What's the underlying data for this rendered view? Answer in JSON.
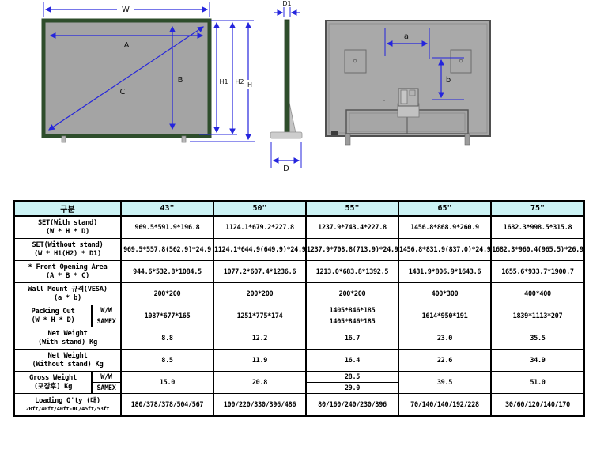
{
  "colors": {
    "dimension_blue": "#2424dd",
    "frame_green": "#2e4d2b",
    "panel_gray": "#a4a4a4",
    "table_header_bg": "#ccf3f5"
  },
  "diagram": {
    "front_view": {
      "labels": {
        "width": "W",
        "opening_width": "A",
        "opening_height": "B",
        "diagonal": "C",
        "height_h1": "H1",
        "height_h2": "H2",
        "height_h": "H"
      }
    },
    "side_view": {
      "labels": {
        "depth_top": "D1",
        "depth_base": "D"
      }
    },
    "back_view": {
      "labels": {
        "vesa_horizontal": "a",
        "vesa_vertical": "b"
      }
    }
  },
  "table": {
    "columns": [
      "구분",
      "43\"",
      "50\"",
      "55\"",
      "65\"",
      "75\""
    ],
    "rows": [
      {
        "label_lines": [
          "SET(With stand)",
          "(W * H * D)"
        ],
        "cells": [
          "969.5*591.9*196.8",
          "1124.1*679.2*227.8",
          "1237.9*743.4*227.8",
          "1456.8*868.9*260.9",
          "1682.3*998.5*315.8"
        ]
      },
      {
        "label_lines": [
          "SET(Without stand)",
          "(W * H1(H2) * D1)"
        ],
        "cells": [
          "969.5*557.8(562.9)*24.9",
          "1124.1*644.9(649.9)*24.9",
          "1237.9*708.8(713.9)*24.9",
          "1456.8*831.9(837.0)*24.9",
          "1682.3*960.4(965.5)*26.9"
        ]
      },
      {
        "label_lines": [
          "* Front Opening Area",
          "(A * B * C)"
        ],
        "cells": [
          "944.6*532.8*1084.5",
          "1077.2*607.4*1236.6",
          "1213.0*683.8*1392.5",
          "1431.9*806.9*1643.6",
          "1655.6*933.7*1900.7"
        ]
      },
      {
        "label_lines": [
          "Wall Mount 규격(VESA)",
          "(a * b)"
        ],
        "cells": [
          "200*200",
          "200*200",
          "200*200",
          "400*300",
          "400*400"
        ]
      },
      {
        "label_lines": [
          "Packing Out",
          "(W * H * D)"
        ],
        "sublabels": [
          "W/W",
          "SAMEX"
        ],
        "cells": [
          "1087*677*165",
          "1251*775*174",
          [
            "1405*846*185",
            "1405*846*185"
          ],
          "1614*950*191",
          "1839*1113*207"
        ]
      },
      {
        "label_lines": [
          "Net Weight",
          "(With stand) Kg"
        ],
        "cells": [
          "8.8",
          "12.2",
          "16.7",
          "23.0",
          "35.5"
        ]
      },
      {
        "label_lines": [
          "Net Weight",
          "(Without stand) Kg"
        ],
        "cells": [
          "8.5",
          "11.9",
          "16.4",
          "22.6",
          "34.9"
        ]
      },
      {
        "label_lines": [
          "Gross Weight",
          "(포장후) Kg"
        ],
        "sublabels": [
          "W/W",
          "SAMEX"
        ],
        "cells": [
          "15.0",
          "20.8",
          [
            "28.5",
            "29.0"
          ],
          "39.5",
          "51.0"
        ]
      },
      {
        "label_lines": [
          "Loading Q'ty (대)",
          "20ft/40ft/40ft-HC/45ft/53ft"
        ],
        "cells": [
          "180/378/378/504/567",
          "100/220/330/396/486",
          "80/160/240/230/396",
          "70/140/140/192/228",
          "30/60/120/140/170"
        ]
      }
    ]
  }
}
